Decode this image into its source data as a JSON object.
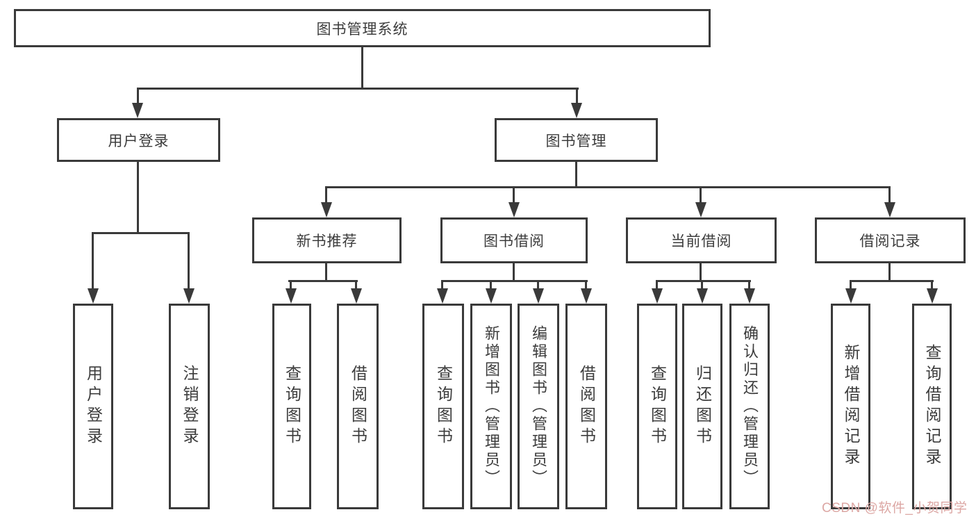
{
  "diagram": {
    "title": "图书管理系统",
    "root": {
      "label": "图书管理系统"
    },
    "branches": {
      "user_login": {
        "label": "用户登录",
        "children": {
          "login": "用户登录",
          "logout": "注销登录"
        }
      },
      "book_mgmt": {
        "label": "图书管理",
        "children": {
          "new_books": {
            "label": "新书推荐",
            "children": {
              "query_books": "查询图书",
              "borrow_books": "借阅图书"
            }
          },
          "book_borrowing": {
            "label": "图书借阅",
            "children": {
              "query_books": "查询图书",
              "add_books_admin": "新增图书（管理员）",
              "edit_books_admin": "编辑图书（管理员）",
              "borrow_books": "借阅图书"
            }
          },
          "current_borrowing": {
            "label": "当前借阅",
            "children": {
              "query_books": "查询图书",
              "return_books": "归还图书",
              "confirm_return_admin": "确认归还（管理员）"
            }
          },
          "borrowing_records": {
            "label": "借阅记录",
            "children": {
              "add_record": "新增借阅记录",
              "query_record": "查询借阅记录"
            }
          }
        }
      }
    },
    "line_color": "#3a3a3a"
  },
  "watermark": {
    "text": "CSDN @软件_小贺同学",
    "color": "#dca7a4"
  }
}
